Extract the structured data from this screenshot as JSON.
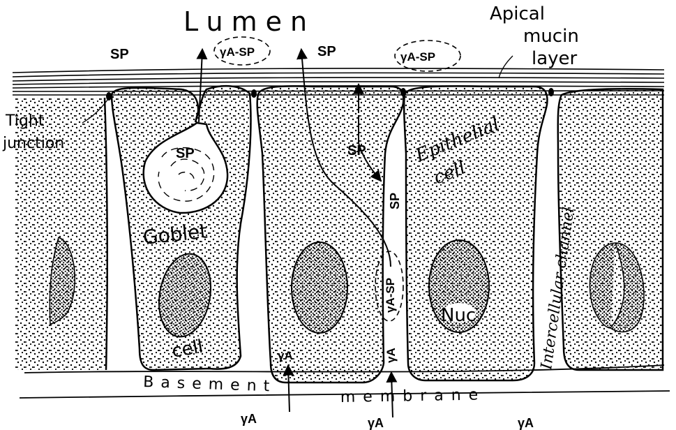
{
  "labels": {
    "lumen": "Lumen",
    "apical_mucin_line1": "Apical",
    "apical_mucin_line2": "mucin",
    "apical_mucin_line3": "layer",
    "sp_lumen_left": "SP",
    "sp_lumen_right": "SP",
    "iga_sp_lumen_left": "γA-SP",
    "iga_sp_lumen_right": "γA-SP",
    "tight_junction_line1": "Tight",
    "tight_junction_line2": "junction",
    "goblet_vesicle_sp": "SP",
    "goblet_label": "Goblet",
    "goblet_cell_label": "cell",
    "sp_channel_upper": "SP",
    "sp_channel_vertical": "SP",
    "epithelial_line1": "Epithelial",
    "epithelial_line2": "cell",
    "intercellular_channel": "Intercellular channel",
    "iga_sp_channel": "γA-SP",
    "iga_channel_vertical": "γA",
    "iga_left_cell": "γA",
    "nucleus": "Nuc",
    "basement": "Basement",
    "membrane": "membrane",
    "iga_bottom_left": "γA",
    "iga_bottom_center": "γA",
    "iga_bottom_right": "γA"
  }
}
